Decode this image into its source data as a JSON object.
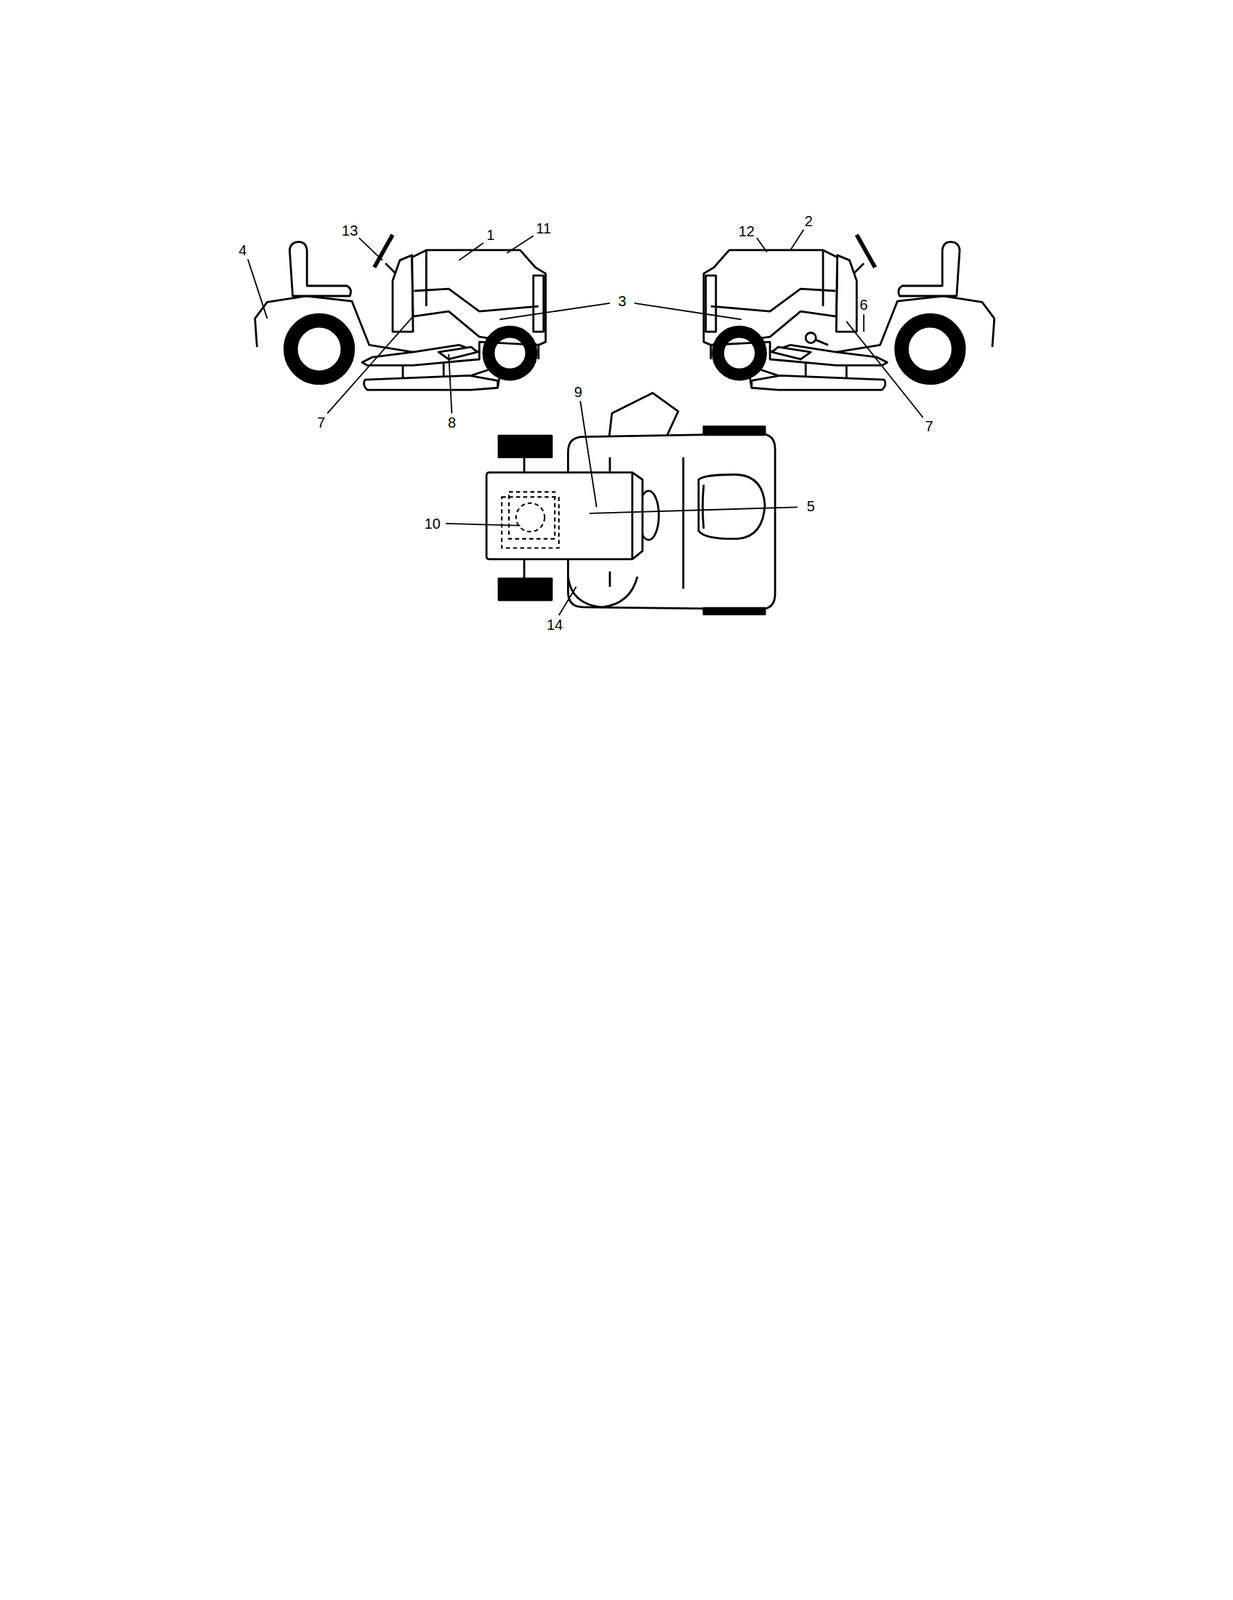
{
  "diagram": {
    "labels": [
      "13",
      "1",
      "11",
      "12",
      "2",
      "4",
      "3",
      "6",
      "7",
      "8",
      "7",
      "9",
      "5",
      "10",
      "14"
    ]
  }
}
